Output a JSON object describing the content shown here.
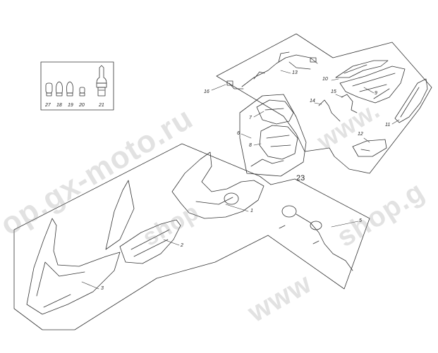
{
  "watermarks": {
    "main": "op.gx-moto.ru",
    "shop_left": "shop",
    "shop_right": "shop.g",
    "www_bottom": "www",
    "www_right": "www."
  },
  "bulb_kit": {
    "labels": [
      "27",
      "18",
      "19",
      "20",
      "21"
    ]
  },
  "callouts": {
    "c1": "1",
    "c2": "2",
    "c3": "3",
    "c5": "5",
    "c6": "6",
    "c7": "7",
    "c8": "8",
    "c9": "9",
    "c10": "10",
    "c11": "11",
    "c12": "12",
    "c13": "13",
    "c14": "14",
    "c15": "15",
    "c16": "16",
    "c23": "23"
  },
  "colors": {
    "line": "#333333",
    "watermark": "#969696"
  }
}
